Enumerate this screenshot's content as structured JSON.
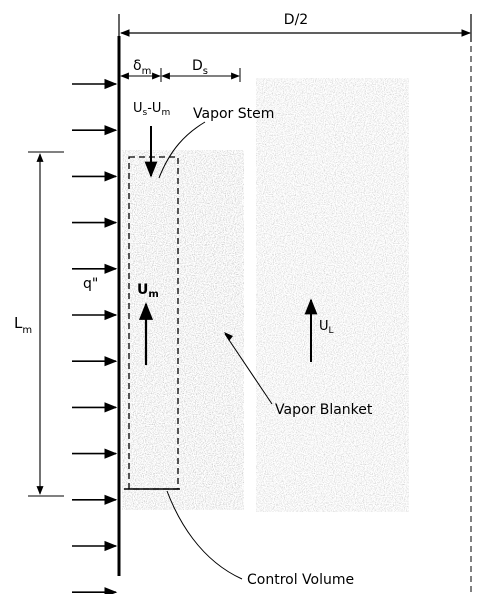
{
  "labels": {
    "half_diameter": "D/2",
    "layer_thickness_sym": "δ",
    "layer_thickness_sub": "m",
    "blanket_width_sym": "D",
    "blanket_width_sub": "s",
    "rel_velocity_a": "U",
    "rel_velocity_a_sub": "s",
    "rel_velocity_dash": "-U",
    "rel_velocity_b_sub": "m",
    "vapor_stem": "Vapor Stem",
    "layer_velocity_sym": "U",
    "layer_velocity_sub": "m",
    "heat_flux": "q\"",
    "length_sym": "L",
    "length_sub": "m",
    "liquid_velocity_sym": "U",
    "liquid_velocity_sub": "L",
    "vapor_blanket": "Vapor Blanket",
    "control_volume": "Control Volume"
  },
  "colors": {
    "ink": "#000000",
    "blanket_speckle": "#9a9a9a"
  },
  "icons": {
    "wall_heat_arrows": "right-arrow",
    "flow_arrows": "up-arrow"
  },
  "counts": {
    "heat_flux_arrows": 12
  }
}
